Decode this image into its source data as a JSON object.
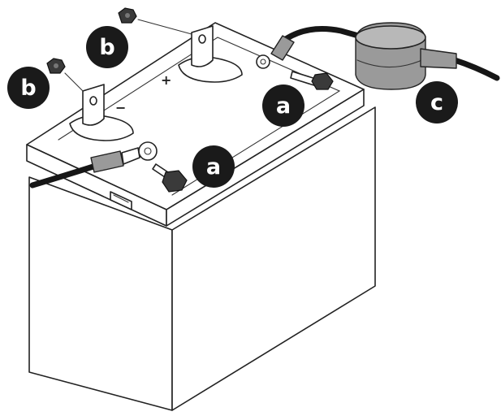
{
  "diagram": {
    "terminals": {
      "positive": {
        "symbol": "+"
      },
      "negative": {
        "symbol": "−"
      }
    },
    "callouts": {
      "b_top": "b",
      "b_left": "b",
      "a_right": "a",
      "a_front": "a",
      "c_cap": "c"
    }
  },
  "colors": {
    "badge": "#1a1a1a",
    "badge_text": "#ffffff",
    "outline": "#222222",
    "cable": "#161616"
  }
}
